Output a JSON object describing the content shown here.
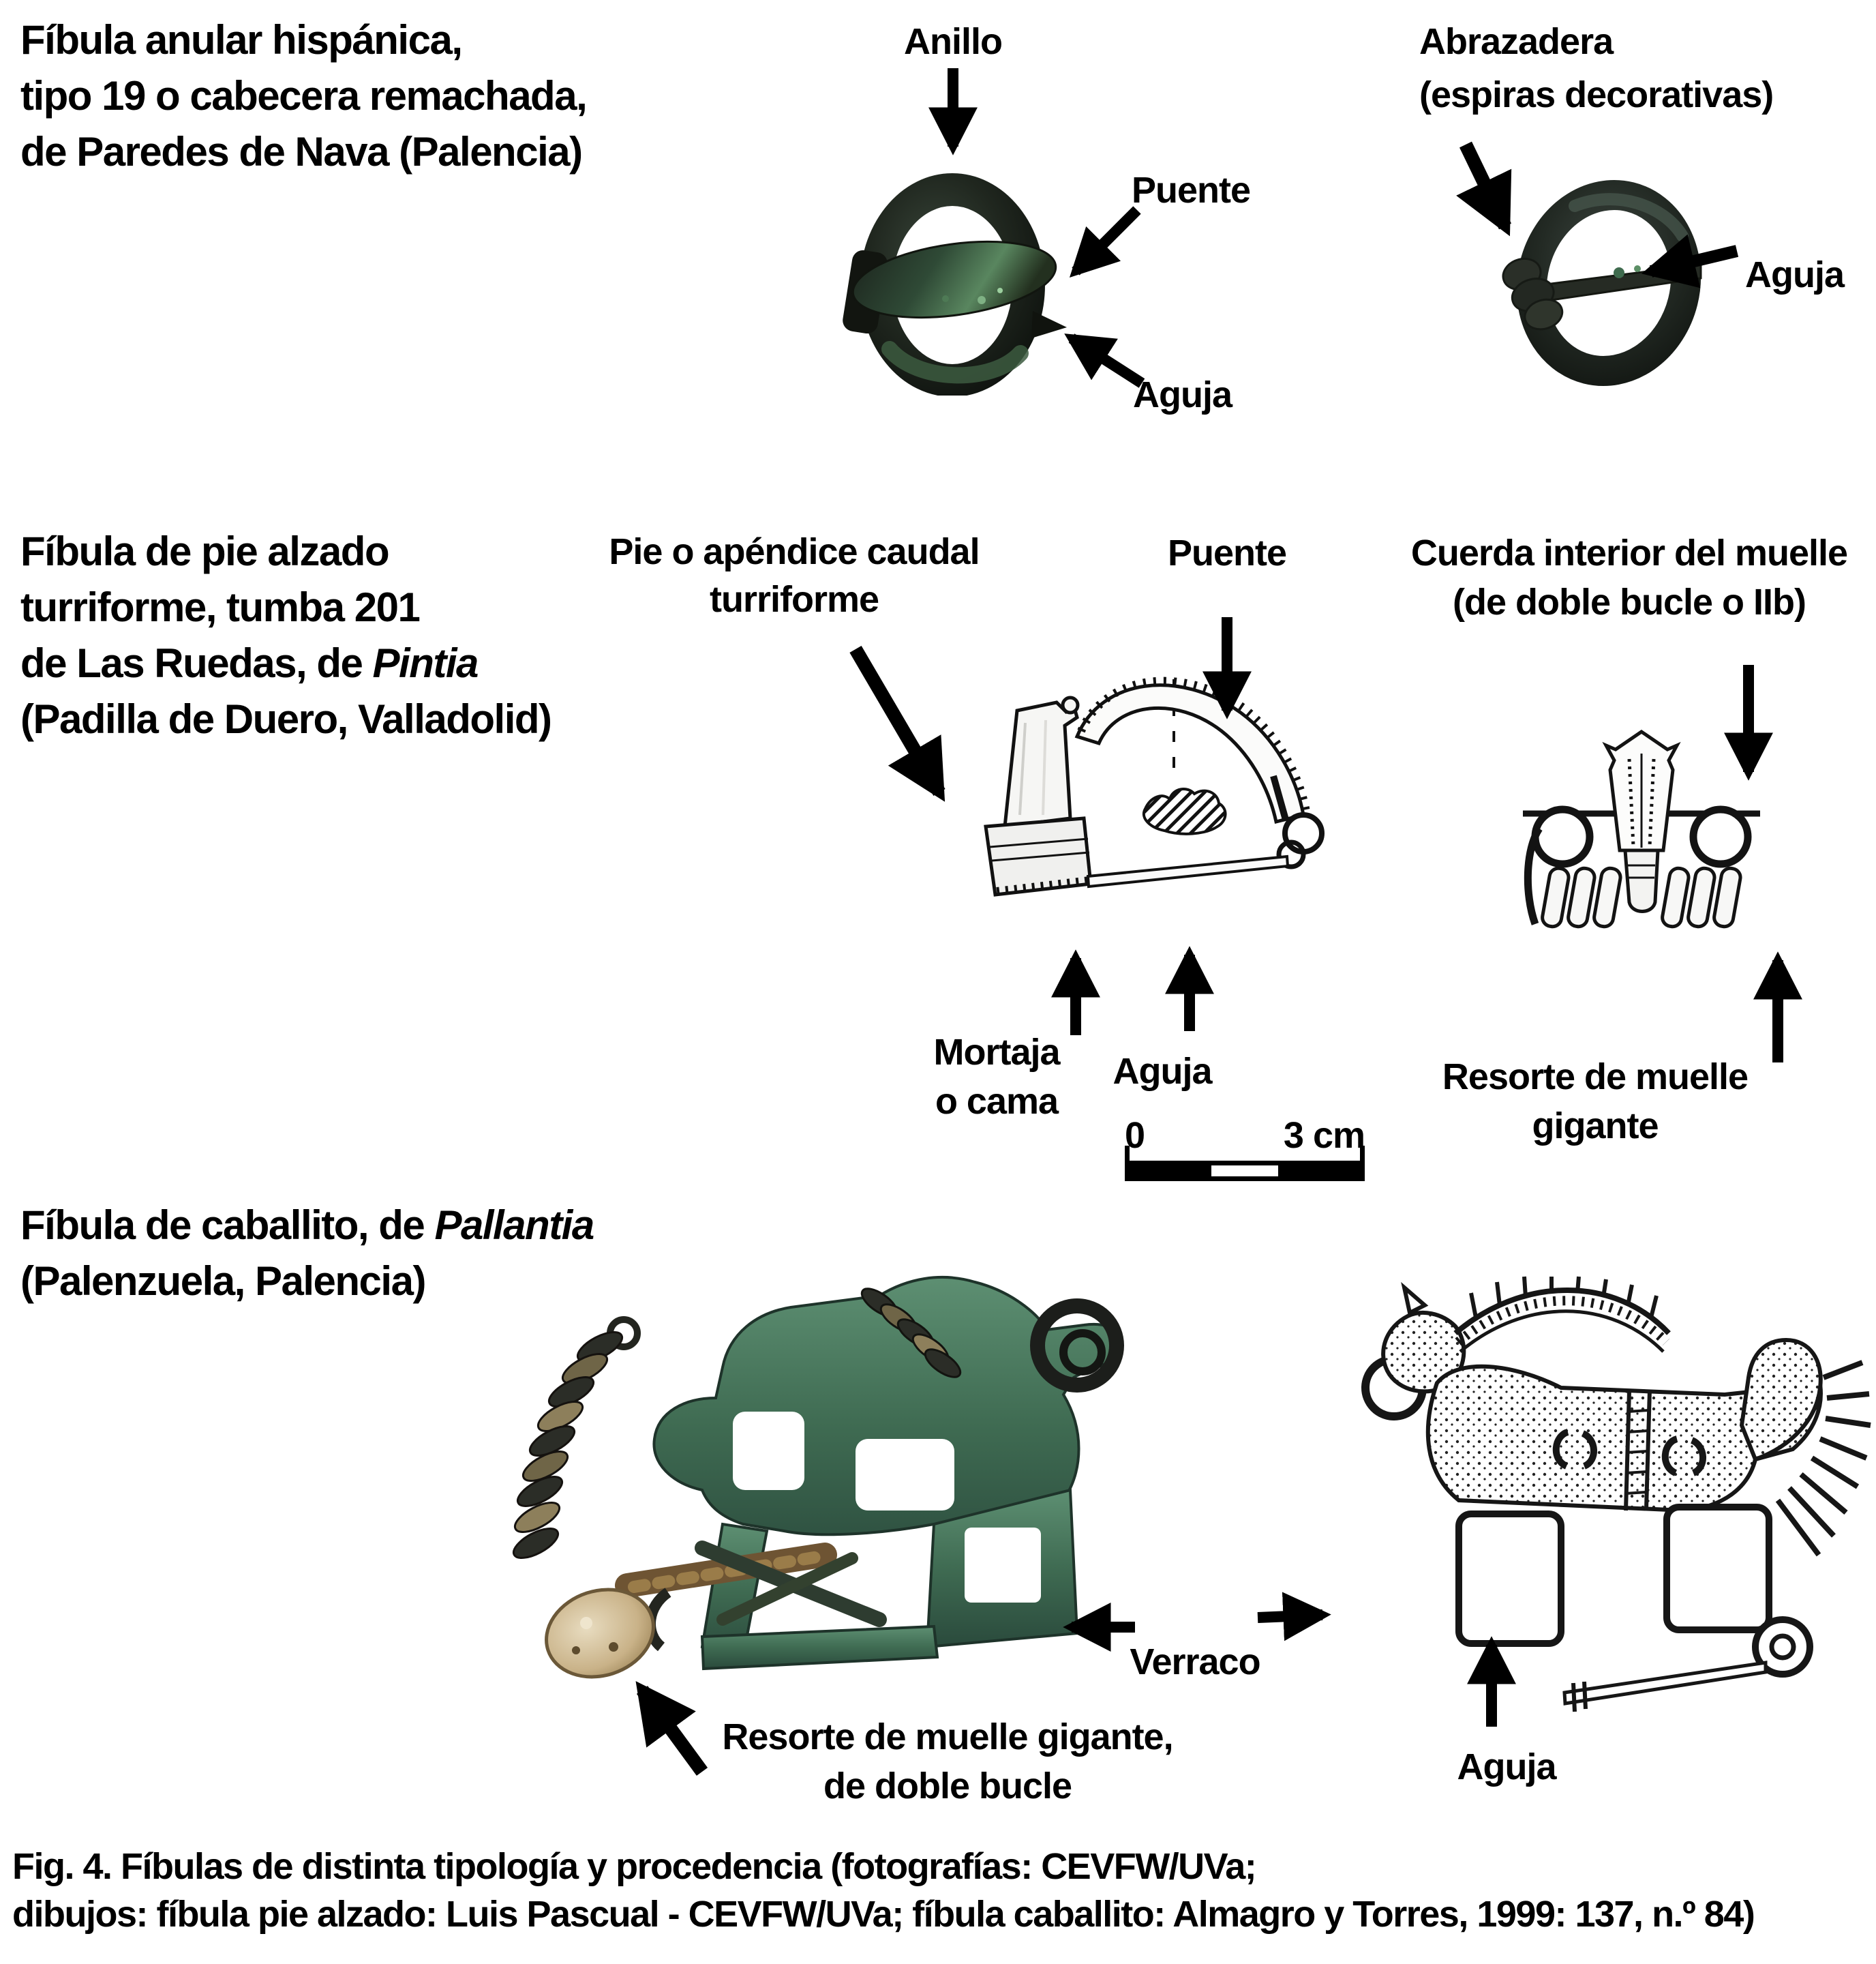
{
  "colors": {
    "background": "#ffffff",
    "text": "#000000",
    "ink": "#161616",
    "patina-teal": "#4e8068",
    "patina-green": "#3f6b4e",
    "corrosion-gold": "#c9b288"
  },
  "sections": {
    "anular": {
      "title_lines": [
        "Fíbula anular hispánica,",
        "tipo 19 o cabecera remachada,",
        "de Paredes de Nava (Palencia)"
      ],
      "labels": {
        "anillo": "Anillo",
        "puente": "Puente",
        "aguja_left": "Aguja",
        "abrazadera_line1": "Abrazadera",
        "abrazadera_line2": "(espiras decorativas)",
        "aguja_right": "Aguja"
      }
    },
    "pie_alzado": {
      "title_lines_plain": [
        "Fíbula de pie alzado",
        "turriforme, tumba 201"
      ],
      "title_line3_prefix": "de Las Ruedas, de ",
      "title_line3_italic": "Pintia",
      "title_line4": "(Padilla de Duero, Valladolid)",
      "labels": {
        "pie_line1": "Pie o apéndice caudal",
        "pie_line2": "turriforme",
        "puente": "Puente",
        "cuerda_line1": "Cuerda interior del muelle",
        "cuerda_line2": "(de doble bucle o IIb)",
        "mortaja_line1": "Mortaja",
        "mortaja_line2": "o cama",
        "aguja": "Aguja",
        "resorte_line1": "Resorte de muelle",
        "resorte_line2": "gigante"
      },
      "scale_bar": {
        "start": "0",
        "end": "3 cm"
      }
    },
    "caballito": {
      "title_line1_prefix": "Fíbula de caballito, de ",
      "title_line1_italic": "Pallantia",
      "title_line2": "(Palenzuela, Palencia)",
      "labels": {
        "verraco": "Verraco",
        "resorte_line1": "Resorte de muelle gigante,",
        "resorte_line2": "de doble bucle",
        "aguja": "Aguja"
      }
    }
  },
  "caption": {
    "line1": "Fig. 4. Fíbulas de distinta tipología y procedencia (fotografías: CEVFW/UVa;",
    "line2": "dibujos: fíbula pie alzado: Luis Pascual - CEVFW/UVa; fíbula caballito: Almagro y Torres, 1999: 137, n.º 84)"
  }
}
